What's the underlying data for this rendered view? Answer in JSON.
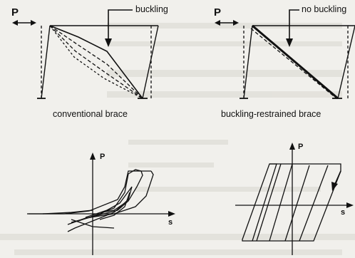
{
  "top_left": {
    "load_label": "P",
    "callout": "buckling",
    "caption": "conventional brace"
  },
  "top_right": {
    "load_label": "P",
    "callout": "no buckling",
    "caption": "buckling-restrained brace"
  },
  "bottom_left": {
    "vertical_axis_label": "P",
    "horizontal_axis_label": "s"
  },
  "bottom_right": {
    "vertical_axis_label": "P",
    "horizontal_axis_label": "s"
  },
  "colors": {
    "ink": "#111111",
    "paper": "#f1f0ec",
    "faded_text": "#d4d2cc"
  }
}
